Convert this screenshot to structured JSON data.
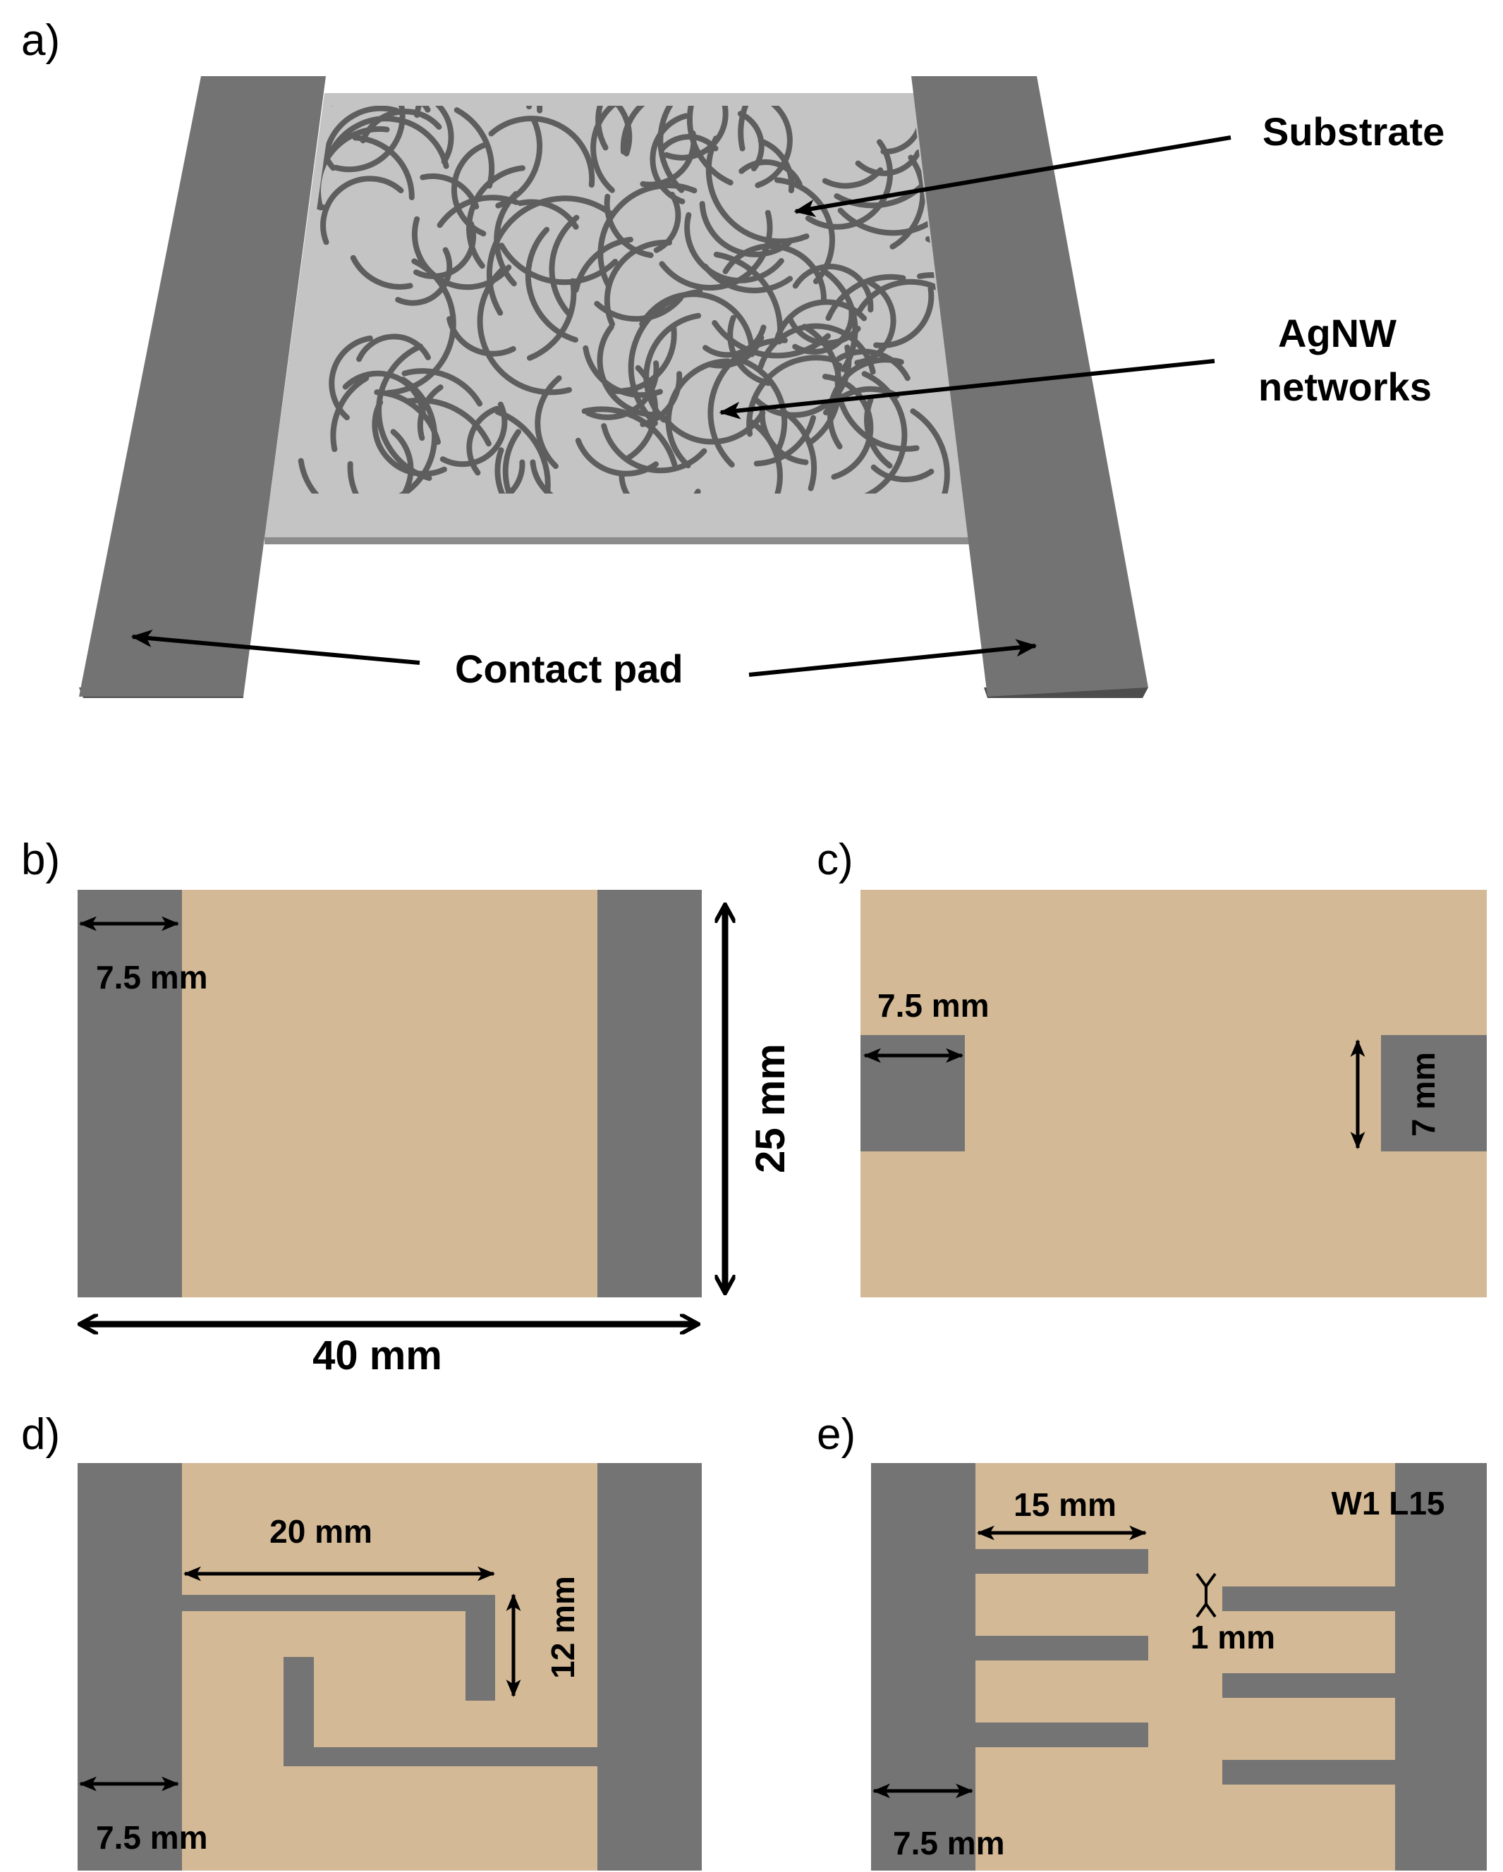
{
  "colors": {
    "pad": "#747474",
    "pad_dark": "#555555",
    "substrate_3d": "#c4c4c4",
    "wire": "#5e5e5e",
    "substrate": "#d3b995",
    "arrow": "#000000"
  },
  "panels": {
    "a": {
      "label": "a)",
      "callouts": {
        "substrate": "Substrate",
        "agnw_line1": "AgNW",
        "agnw_line2": "networks",
        "contact_pad": "Contact pad"
      }
    },
    "b": {
      "label": "b)",
      "pad_width": "7.5 mm",
      "height": "25 mm",
      "width": "40 mm"
    },
    "c": {
      "label": "c)",
      "pad_width": "7.5 mm",
      "pad_height": "7 mm"
    },
    "d": {
      "label": "d)",
      "arm_length": "20 mm",
      "arm_drop": "12 mm",
      "pad_width": "7.5 mm"
    },
    "e": {
      "label": "e)",
      "finger_length": "15 mm",
      "gap": "1 mm",
      "pad_width": "7.5 mm",
      "design_code": "W1  L15"
    }
  }
}
